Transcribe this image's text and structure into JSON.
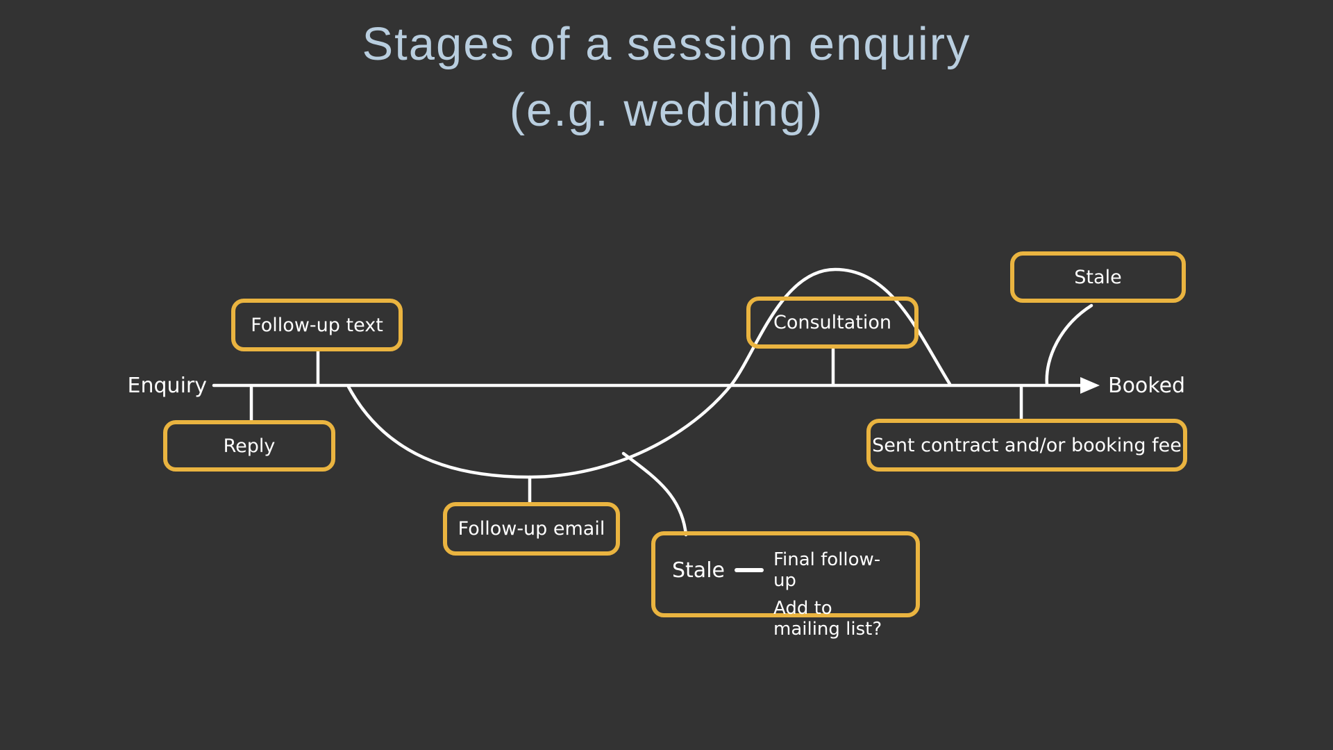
{
  "title": {
    "line1": "Stages of a session enquiry",
    "line2": "(e.g. wedding)"
  },
  "timeline": {
    "start_label": "Enquiry",
    "end_label": "Booked"
  },
  "nodes": {
    "follow_up_text": {
      "label": "Follow-up text"
    },
    "reply": {
      "label": "Reply"
    },
    "follow_up_email": {
      "label": "Follow-up email"
    },
    "consultation": {
      "label": "Consultation"
    },
    "stale_top": {
      "label": "Stale"
    },
    "sent_contract": {
      "label": "Sent contract and/or booking fee"
    },
    "stale_final": {
      "label_stale": "Stale",
      "label_action": "Final follow-up",
      "label_question": "Add to mailing list?"
    }
  },
  "colors": {
    "background": "#333333",
    "box_border": "#eab440",
    "title_text": "#b9cedf",
    "line": "#ffffff",
    "node_text": "#ffffff"
  }
}
